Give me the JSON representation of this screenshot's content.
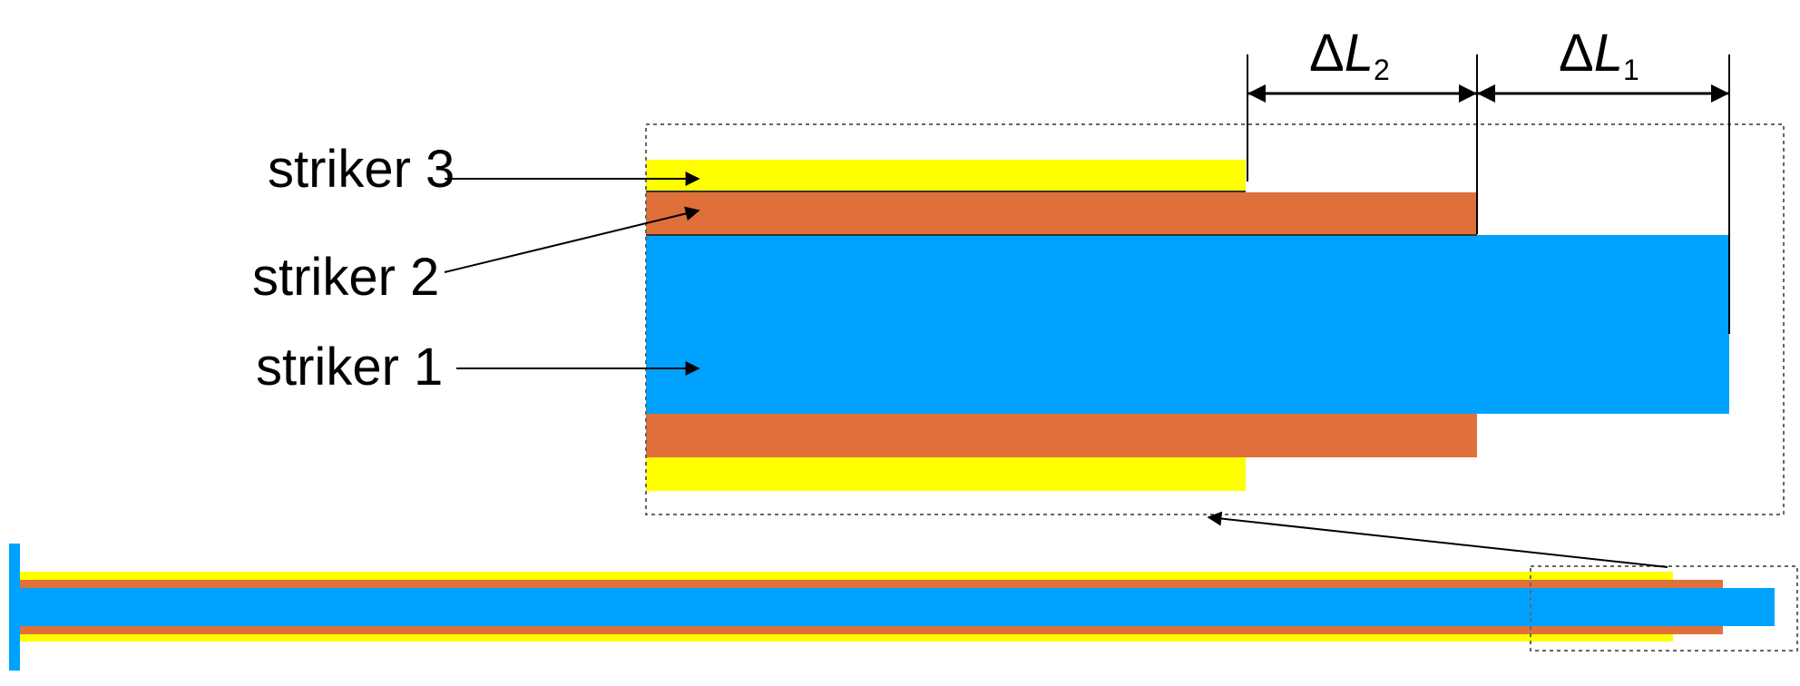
{
  "labels": {
    "striker3": "striker 3",
    "striker2": "striker 2",
    "striker1": "striker 1"
  },
  "dimensions": {
    "delta_symbol": "Δ",
    "letter": "L",
    "dL2_subscript": "2",
    "dL1_subscript": "1"
  },
  "colors": {
    "striker1": "#00A2FF",
    "striker2": "#E0703A",
    "striker3": "#FFFF00",
    "line": "#000000",
    "zoom_box": "#666666"
  }
}
